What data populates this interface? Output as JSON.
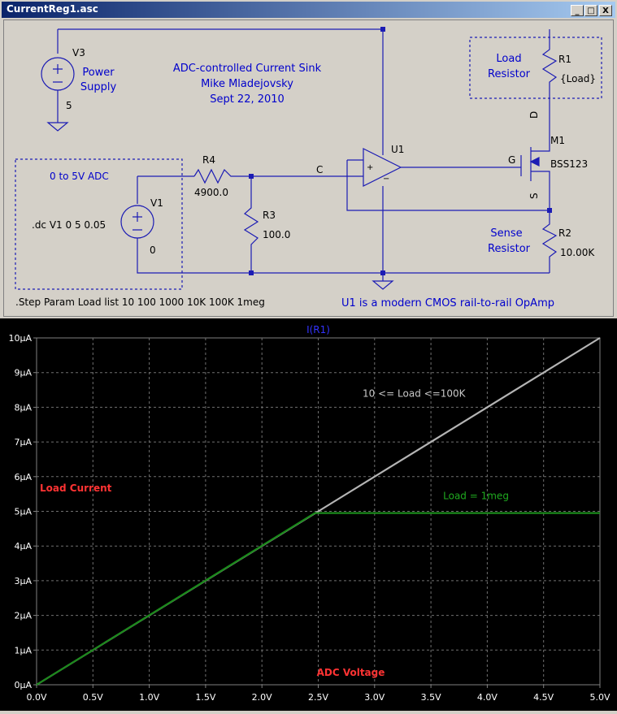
{
  "window": {
    "title": "CurrentReg1.asc",
    "btn_min": "_",
    "btn_max": "□",
    "btn_close": "X"
  },
  "schematic": {
    "title_lines": [
      "ADC-controlled Current Sink",
      "Mike Mladejovsky",
      "Sept 22, 2010"
    ],
    "v3": {
      "name": "V3",
      "value": "5",
      "label1": "Power",
      "label2": "Supply"
    },
    "v1": {
      "name": "V1",
      "value": "0"
    },
    "adc_box_label": "0 to 5V ADC",
    "dc_directive": ".dc V1 0 5 0.05",
    "step_directive": ".Step Param Load list 10 100 1000 10K 100K 1meg",
    "r4": {
      "name": "R4",
      "value": "4900.0"
    },
    "r3": {
      "name": "R3",
      "value": "100.0"
    },
    "node_c": "C",
    "u1": {
      "name": "U1",
      "plus": "+",
      "minus": "−",
      "note": "U1 is a modern CMOS rail-to-rail OpAmp"
    },
    "m1": {
      "name": "M1",
      "model": "BSS123",
      "gate": "G",
      "drain": "D",
      "source": "S"
    },
    "r1": {
      "name": "R1",
      "value": "{Load}",
      "label1": "Load",
      "label2": "Resistor"
    },
    "r2": {
      "name": "R2",
      "value": "10.00K",
      "label1": "Sense",
      "label2": "Resistor"
    }
  },
  "chart_data": {
    "type": "line",
    "title": "I(R1)",
    "xlabel": "ADC Voltage",
    "ylabel": "Load Current",
    "xlim": [
      0,
      5
    ],
    "ylim": [
      0,
      10
    ],
    "x_ticks": [
      "0.0V",
      "0.5V",
      "1.0V",
      "1.5V",
      "2.0V",
      "2.5V",
      "3.0V",
      "3.5V",
      "4.0V",
      "4.5V",
      "5.0V"
    ],
    "y_ticks": [
      "0µA",
      "1µA",
      "2µA",
      "3µA",
      "4µA",
      "5µA",
      "6µA",
      "7µA",
      "8µA",
      "9µA",
      "10µA"
    ],
    "grid": true,
    "series": [
      {
        "name": "10 <= Load <=100K",
        "color": "#b4b4b4",
        "x": [
          0,
          2.5,
          5.0
        ],
        "y": [
          0,
          5,
          10
        ]
      },
      {
        "name": "Load = 1meg",
        "color": "#1a8a1a",
        "x": [
          0,
          2.47,
          5.0
        ],
        "y": [
          0,
          4.95,
          4.95
        ]
      }
    ]
  },
  "colors": {
    "wire": "#1c1cb4",
    "text_blue": "#0000cc",
    "label_red": "#e02020",
    "grid": "#707070"
  }
}
